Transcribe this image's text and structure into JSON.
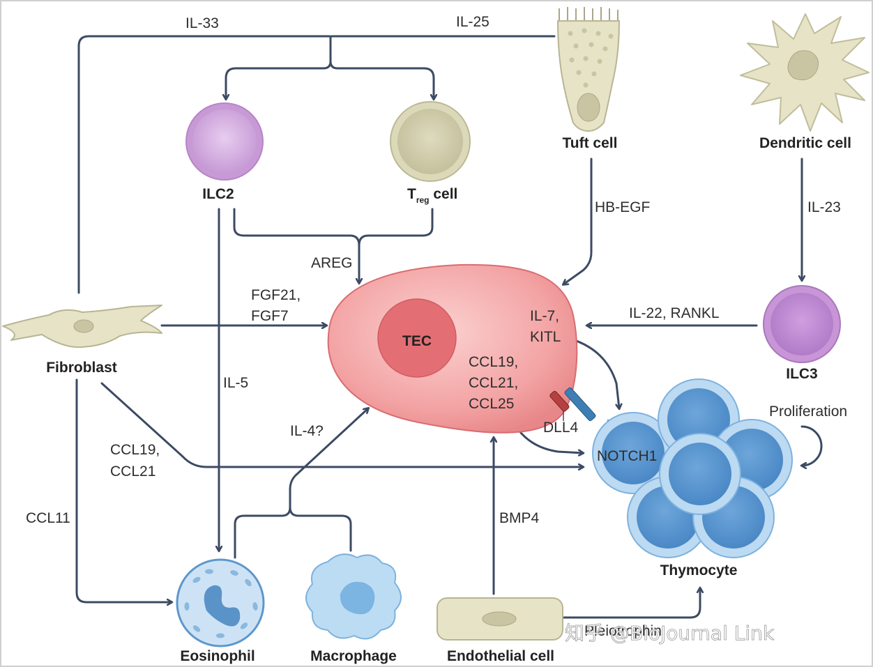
{
  "cells": {
    "tec": "TEC",
    "tuft": "Tuft cell",
    "dendritic": "Dendritic cell",
    "ilc2": "ILC2",
    "treg_main": "T",
    "treg_sub": "reg",
    "treg_suffix": " cell",
    "ilc3": "ILC3",
    "fibroblast": "Fibroblast",
    "thymocyte": "Thymocyte",
    "eosinophil": "Eosinophil",
    "macrophage": "Macrophage",
    "endothelial": "Endothelial cell"
  },
  "signals": {
    "il33": "IL-33",
    "il25": "IL-25",
    "hbegf": "HB-EGF",
    "il23": "IL-23",
    "areg": "AREG",
    "fgf21": "FGF21,",
    "fgf7": "FGF7",
    "il22_rankl": "IL-22, RANKL",
    "il7": "IL-7,",
    "kitl": "KITL",
    "ccl19_tec": "CCL19,",
    "ccl21_tec": "CCL21,",
    "ccl25_tec": "CCL25",
    "dll4": "DLL4",
    "notch1": "NOTCH1",
    "proliferation": "Proliferation",
    "il5": "IL-5",
    "il4": "IL-4?",
    "ccl19_fib": "CCL19,",
    "ccl21_fib": "CCL21",
    "ccl11": "CCL11",
    "bmp4": "BMP4",
    "pleiotrophin": "Pleiotrophin"
  },
  "watermark": "知乎 @BioJournal Link",
  "colors": {
    "arrow": "#3c4a63",
    "tec_body": "#f19b9c",
    "tec_nucleus": "#e06c71",
    "ilc_purple": "#c79ad6",
    "treg_olive": "#c9c5a2",
    "beige_cell": "#e6e3c6",
    "thymocyte_blue": "#8fbde3",
    "eosinophil_blue": "#b9d9f1",
    "dll4_red": "#b4403f",
    "notch1_blue": "#3d7fb5"
  }
}
